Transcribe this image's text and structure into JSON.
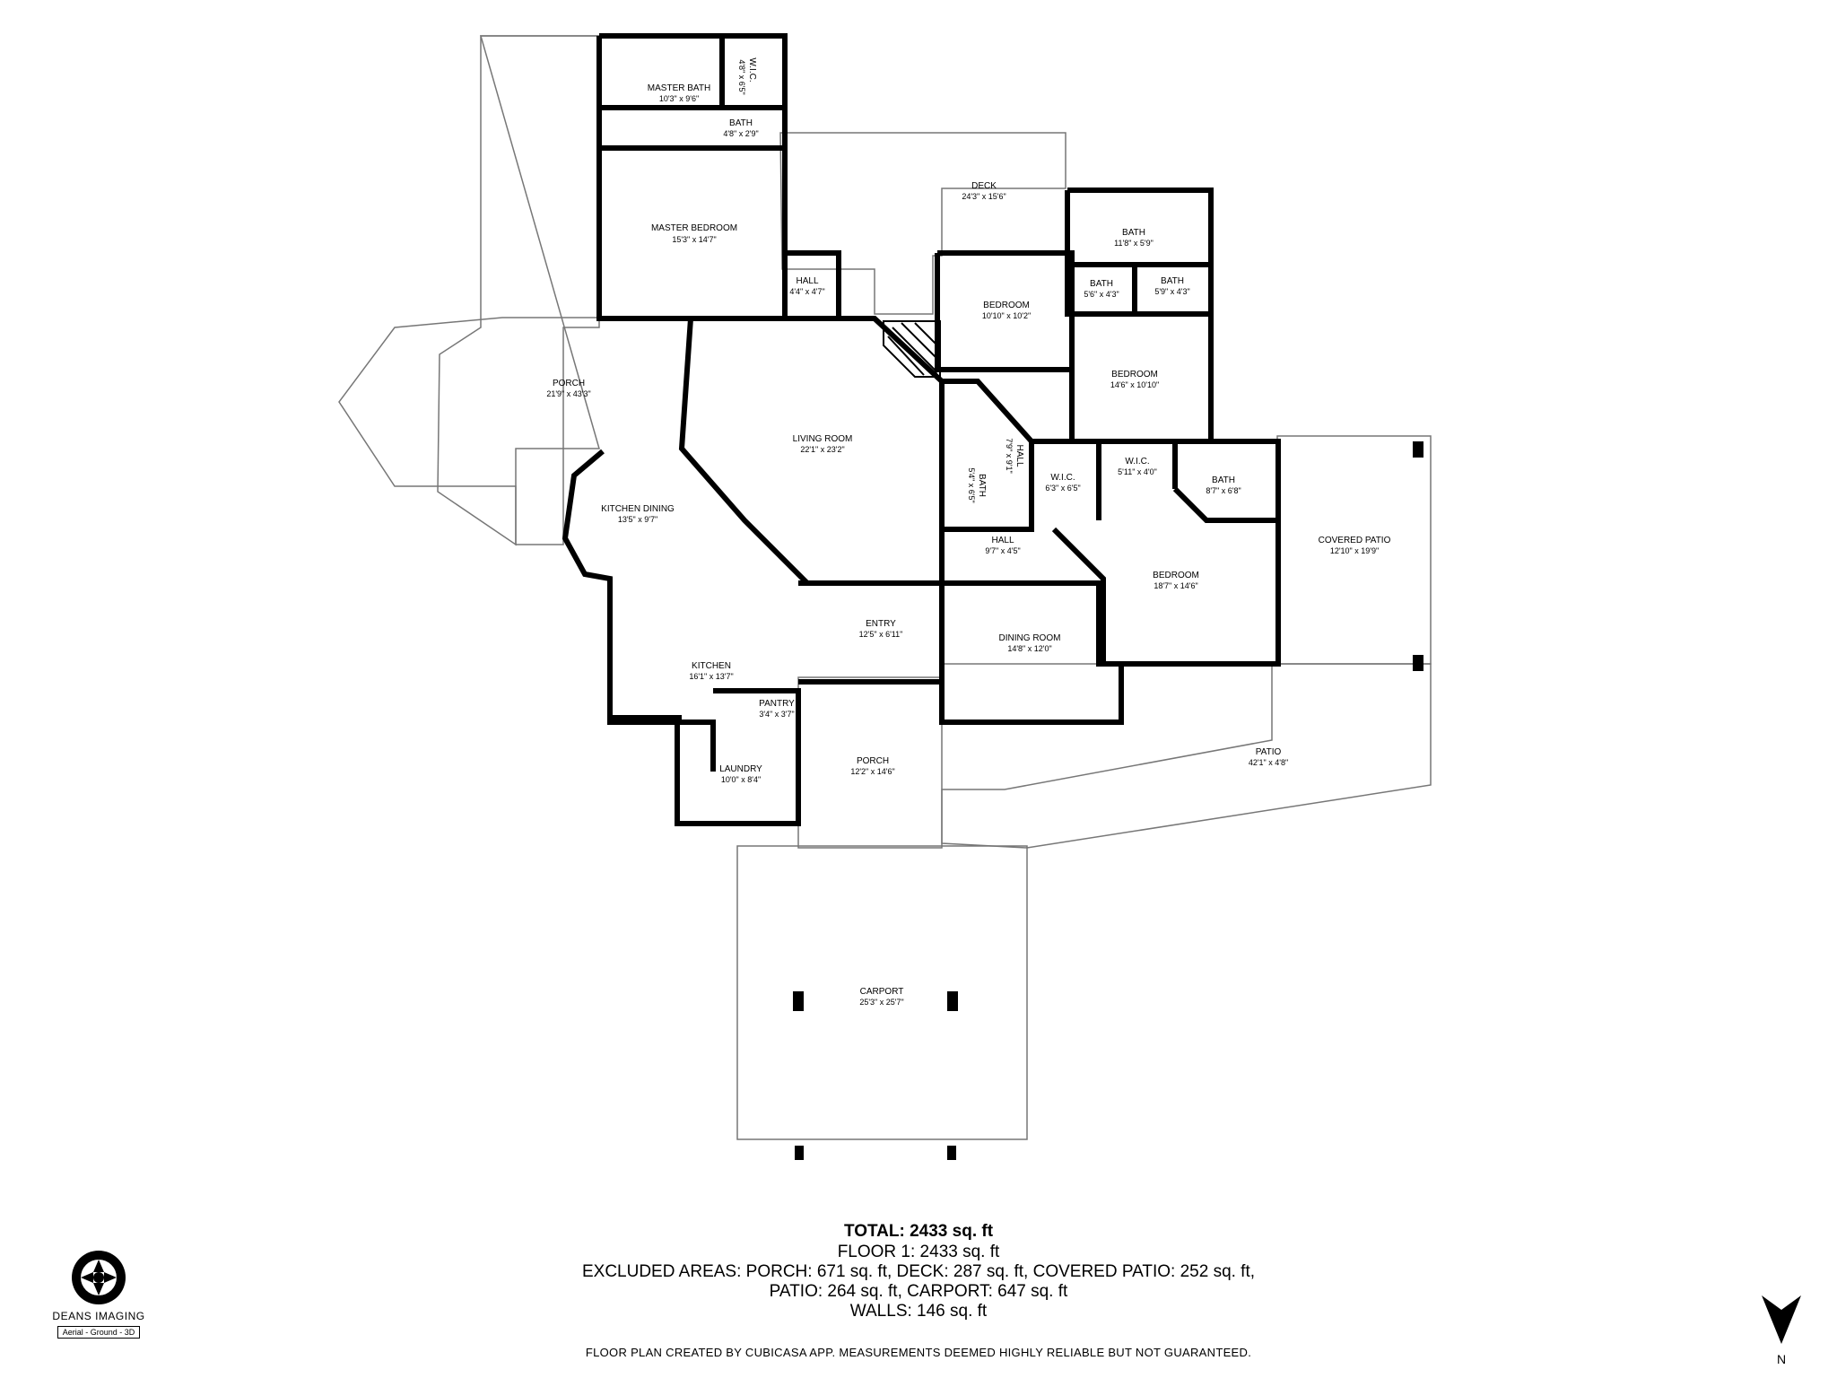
{
  "summary": {
    "total": "TOTAL: 2433 sq. ft",
    "floor1": "FLOOR 1: 2433 sq. ft",
    "excluded_line1": "EXCLUDED AREAS: PORCH: 671 sq. ft, DECK: 287 sq. ft, COVERED PATIO: 252 sq. ft,",
    "excluded_line2": "PATIO: 264 sq. ft, CARPORT: 647 sq. ft",
    "walls": "WALLS: 146 sq. ft",
    "disclaimer": "FLOOR PLAN CREATED BY CUBICASA APP. MEASUREMENTS DEEMED HIGHLY RELIABLE BUT NOT GUARANTEED."
  },
  "brand": {
    "name": "DEANS IMAGING",
    "tagline": "Aerial - Ground - 3D",
    "logo_icon": "camera-aperture-icon"
  },
  "compass": {
    "icon": "north-arrow-icon",
    "label": "N"
  },
  "rooms": [
    {
      "name": "MASTER BATH",
      "dim": "10'3\" x 9'6\""
    },
    {
      "name": "W.I.C.",
      "dim": "4'8\" x 6'5\""
    },
    {
      "name": "BATH",
      "dim": "4'8\" x 2'9\""
    },
    {
      "name": "MASTER BEDROOM",
      "dim": "15'3\" x 14'7\""
    },
    {
      "name": "HALL",
      "dim": "4'4\" x 4'7\""
    },
    {
      "name": "DECK",
      "dim": "24'3\" x 15'6\""
    },
    {
      "name": "BATH",
      "dim": "11'8\" x 5'9\""
    },
    {
      "name": "BATH",
      "dim": "5'6\" x 4'3\""
    },
    {
      "name": "BATH",
      "dim": "5'9\" x 4'3\""
    },
    {
      "name": "BEDROOM",
      "dim": "10'10\" x 10'2\""
    },
    {
      "name": "BEDROOM",
      "dim": "14'6\" x 10'10\""
    },
    {
      "name": "PORCH",
      "dim": "21'9\" x 43'3\""
    },
    {
      "name": "LIVING ROOM",
      "dim": "22'1\" x 23'2\""
    },
    {
      "name": "HALL",
      "dim": "7'9\" x 9'1\""
    },
    {
      "name": "BATH",
      "dim": "5'4\" x 6'5\""
    },
    {
      "name": "W.I.C.",
      "dim": "6'3\" x 6'5\""
    },
    {
      "name": "W.I.C.",
      "dim": "5'11\" x 4'0\""
    },
    {
      "name": "BATH",
      "dim": "8'7\" x 6'8\""
    },
    {
      "name": "KITCHEN DINING",
      "dim": "13'5\" x 9'7\""
    },
    {
      "name": "HALL",
      "dim": "9'7\" x 4'5\""
    },
    {
      "name": "COVERED PATIO",
      "dim": "12'10\" x 19'9\""
    },
    {
      "name": "BEDROOM",
      "dim": "18'7\" x 14'6\""
    },
    {
      "name": "ENTRY",
      "dim": "12'5\" x 6'11\""
    },
    {
      "name": "DINING ROOM",
      "dim": "14'8\" x 12'0\""
    },
    {
      "name": "KITCHEN",
      "dim": "16'1\" x 13'7\""
    },
    {
      "name": "PANTRY",
      "dim": "3'4\" x 3'7\""
    },
    {
      "name": "LAUNDRY",
      "dim": "10'0\" x 8'4\""
    },
    {
      "name": "PORCH",
      "dim": "12'2\" x 14'6\""
    },
    {
      "name": "PATIO",
      "dim": "42'1\" x 4'8\""
    },
    {
      "name": "CARPORT",
      "dim": "25'3\" x 25'7\""
    }
  ]
}
